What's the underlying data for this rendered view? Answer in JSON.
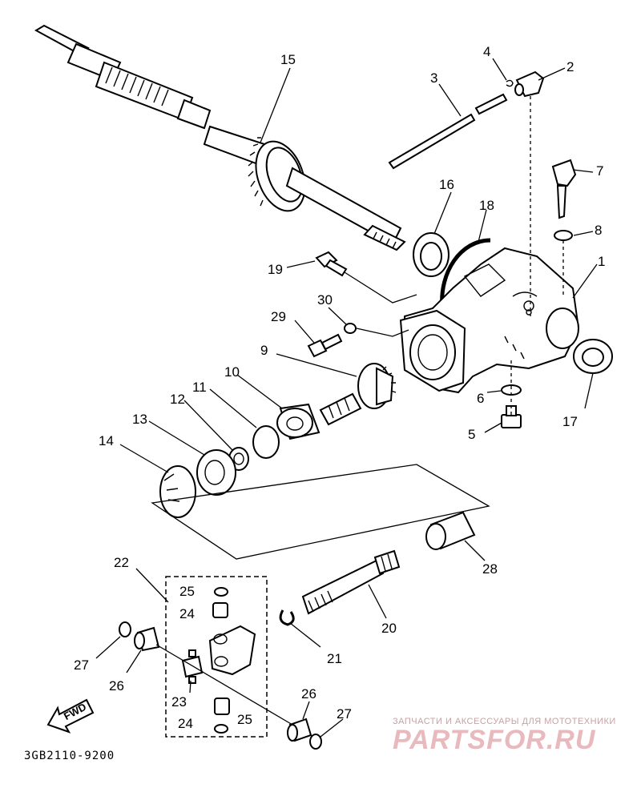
{
  "diagram_code": "3GB2110-9200",
  "fwd_label": "FWD",
  "watermark": {
    "tagline": "ЗАПЧАСТИ И АКСЕССУАРЫ ДЛЯ МОТОТЕХНИКИ",
    "logo": "PARTSFOR.RU"
  },
  "callouts": [
    "1",
    "2",
    "3",
    "4",
    "5",
    "6",
    "7",
    "8",
    "9",
    "10",
    "11",
    "12",
    "13",
    "14",
    "15",
    "16",
    "17",
    "18",
    "19",
    "20",
    "21",
    "22",
    "23",
    "24",
    "24",
    "25",
    "25",
    "26",
    "26",
    "27",
    "27",
    "28",
    "29",
    "30"
  ]
}
